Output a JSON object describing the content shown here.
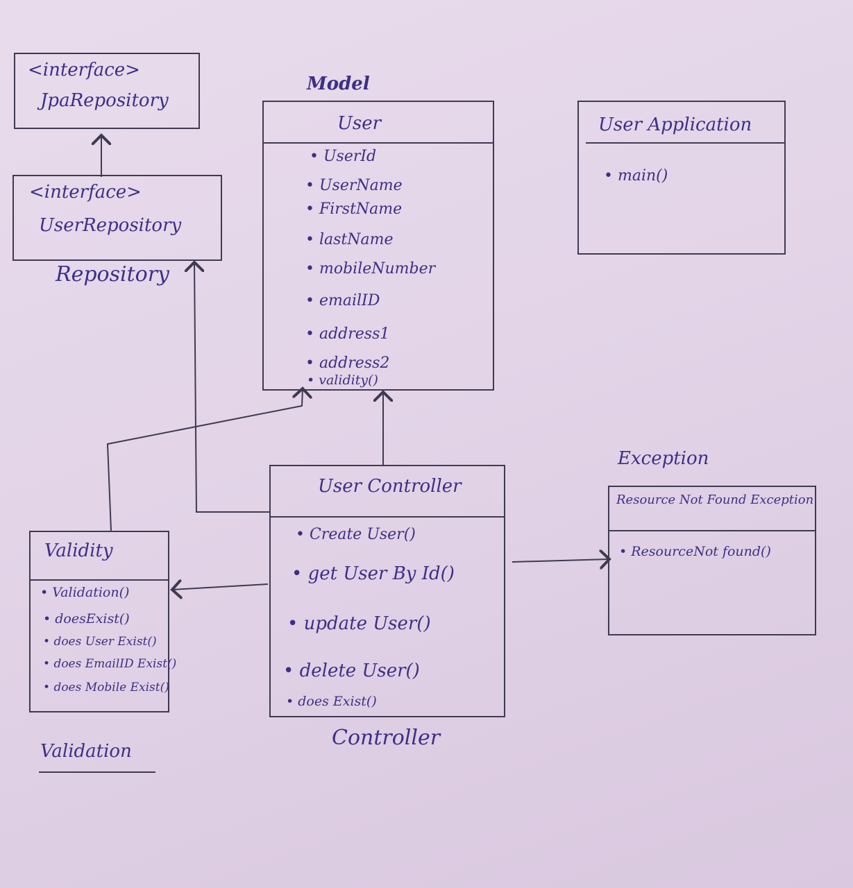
{
  "jpa_box": {
    "line1": "<interface>",
    "line2": "JpaRepository"
  },
  "user_repo_box": {
    "line1": "<interface>",
    "line2": "UserRepository"
  },
  "repository_label": "Repository",
  "model_label": "Model",
  "user_class": {
    "title": "User",
    "members": [
      "UserId",
      "UserName",
      "FirstName",
      "lastName",
      "mobileNumber",
      "emailID",
      "address1",
      "address2",
      "validity()"
    ]
  },
  "user_application": {
    "title": "User Application",
    "members": [
      "main()"
    ]
  },
  "exception_label": "Exception",
  "exception_class": {
    "title": "Resource Not Found Exception",
    "members": [
      "ResourceNot found()"
    ]
  },
  "user_controller": {
    "title": "User Controller",
    "members": [
      "Create User()",
      "get User By Id()",
      "update User()",
      "delete User()",
      "does Exist()"
    ]
  },
  "controller_label": "Controller",
  "validity_class": {
    "title": "Validity",
    "members": [
      "Validation()",
      "doesExist()",
      "does User Exist()",
      "does EmailID Exist()",
      "does Mobile Exist()"
    ]
  },
  "validation_label": "Validation",
  "ink_color": "#3d2f86",
  "line_color": "#3f3a52"
}
